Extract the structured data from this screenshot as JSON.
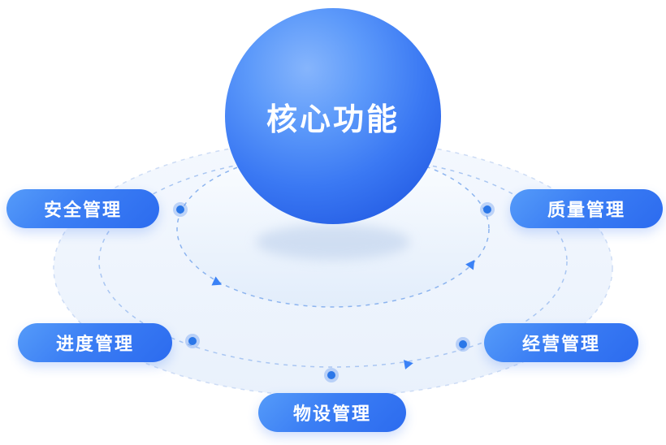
{
  "diagram": {
    "core": {
      "label": "核心功能"
    },
    "nodes": [
      {
        "id": "safety",
        "label": "安全管理",
        "position": "upper-left"
      },
      {
        "id": "quality",
        "label": "质量管理",
        "position": "upper-right"
      },
      {
        "id": "progress",
        "label": "进度管理",
        "position": "lower-left"
      },
      {
        "id": "operations",
        "label": "经营管理",
        "position": "lower-right"
      },
      {
        "id": "equipment",
        "label": "物设管理",
        "position": "bottom-center"
      }
    ],
    "colors": {
      "sphere_highlight": "#86b5fc",
      "sphere_deep": "#1f52d6",
      "pill_gradient_start": "#559bf9",
      "pill_gradient_end": "#2c6bef",
      "platform_fill_top": "#f4f8fe",
      "platform_fill_bottom": "#e9f1fc",
      "orbit_stroke_outer": "#cddcf5",
      "orbit_stroke_middle": "#a9c6f2",
      "orbit_stroke_inner": "#8cb4ef",
      "orbit_dot": "#2b77e8",
      "orbit_arrow": "#3b82f6",
      "text_on_blue": "#ffffff"
    }
  }
}
